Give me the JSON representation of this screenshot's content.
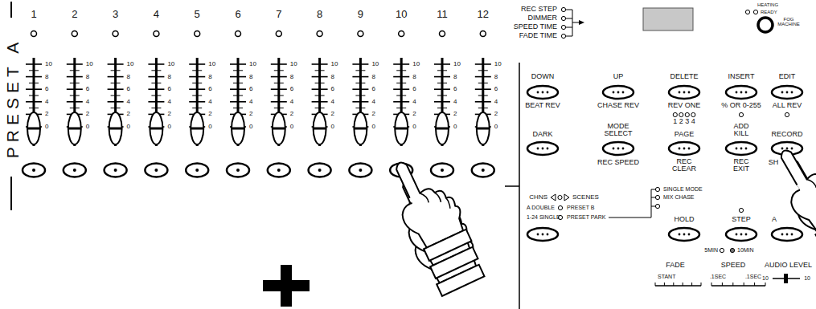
{
  "diagram": {
    "labels": [
      "PRESET A",
      "1",
      "2",
      "3",
      "4",
      "5",
      "6",
      "7",
      "8",
      "9",
      "10",
      "11",
      "12",
      "10",
      "8",
      "6",
      "4",
      "2",
      "0",
      "10",
      "8",
      "6",
      "4",
      "2",
      "0",
      "10",
      "8",
      "6",
      "4",
      "2",
      "0",
      "10",
      "8",
      "6",
      "4",
      "2",
      "0",
      "10",
      "8",
      "6",
      "4",
      "2",
      "0",
      "10",
      "8",
      "6",
      "4",
      "2",
      "0",
      "10",
      "8",
      "6",
      "4",
      "2",
      "0",
      "10",
      "8",
      "6",
      "4",
      "2",
      "0",
      "10",
      "8",
      "6",
      "4",
      "2",
      "0",
      "10",
      "8",
      "6",
      "4",
      "2",
      "0",
      "10",
      "8",
      "6",
      "4",
      "2",
      "0",
      "10",
      "8",
      "6",
      "4",
      "2",
      "0",
      "REC STEP",
      "DIMMER",
      "SPEED TIME",
      "FADE TIME",
      "HEATING",
      "READY",
      "FOG MACHINE",
      "DOWN",
      "BEAT REV",
      "UP",
      "CHASE REV",
      "DELETE",
      "REV ONE",
      "INSERT",
      "% OR 0-255",
      "EDIT",
      "ALL REV",
      "DARK",
      "MODE SELECT",
      "REC SPEED",
      "1 2 3 4",
      "PAGE",
      "REC CLEAR",
      "ADD KILL",
      "REC EXIT",
      "RECORD",
      "SH",
      "CHNS",
      "SCENES",
      "A DOUBLE",
      "PRESET B",
      "1-24 SINGLE",
      "PRESET PARK",
      "SINGLE MODE",
      "MIX CHASE",
      "HOLD",
      "STEP",
      "A",
      "5MIN",
      "10MIN",
      "FADE",
      "STANT",
      "SPEED",
      ".1SEC",
      ".1SEC",
      "AUDIO LEVEL",
      "10",
      "10"
    ]
  }
}
